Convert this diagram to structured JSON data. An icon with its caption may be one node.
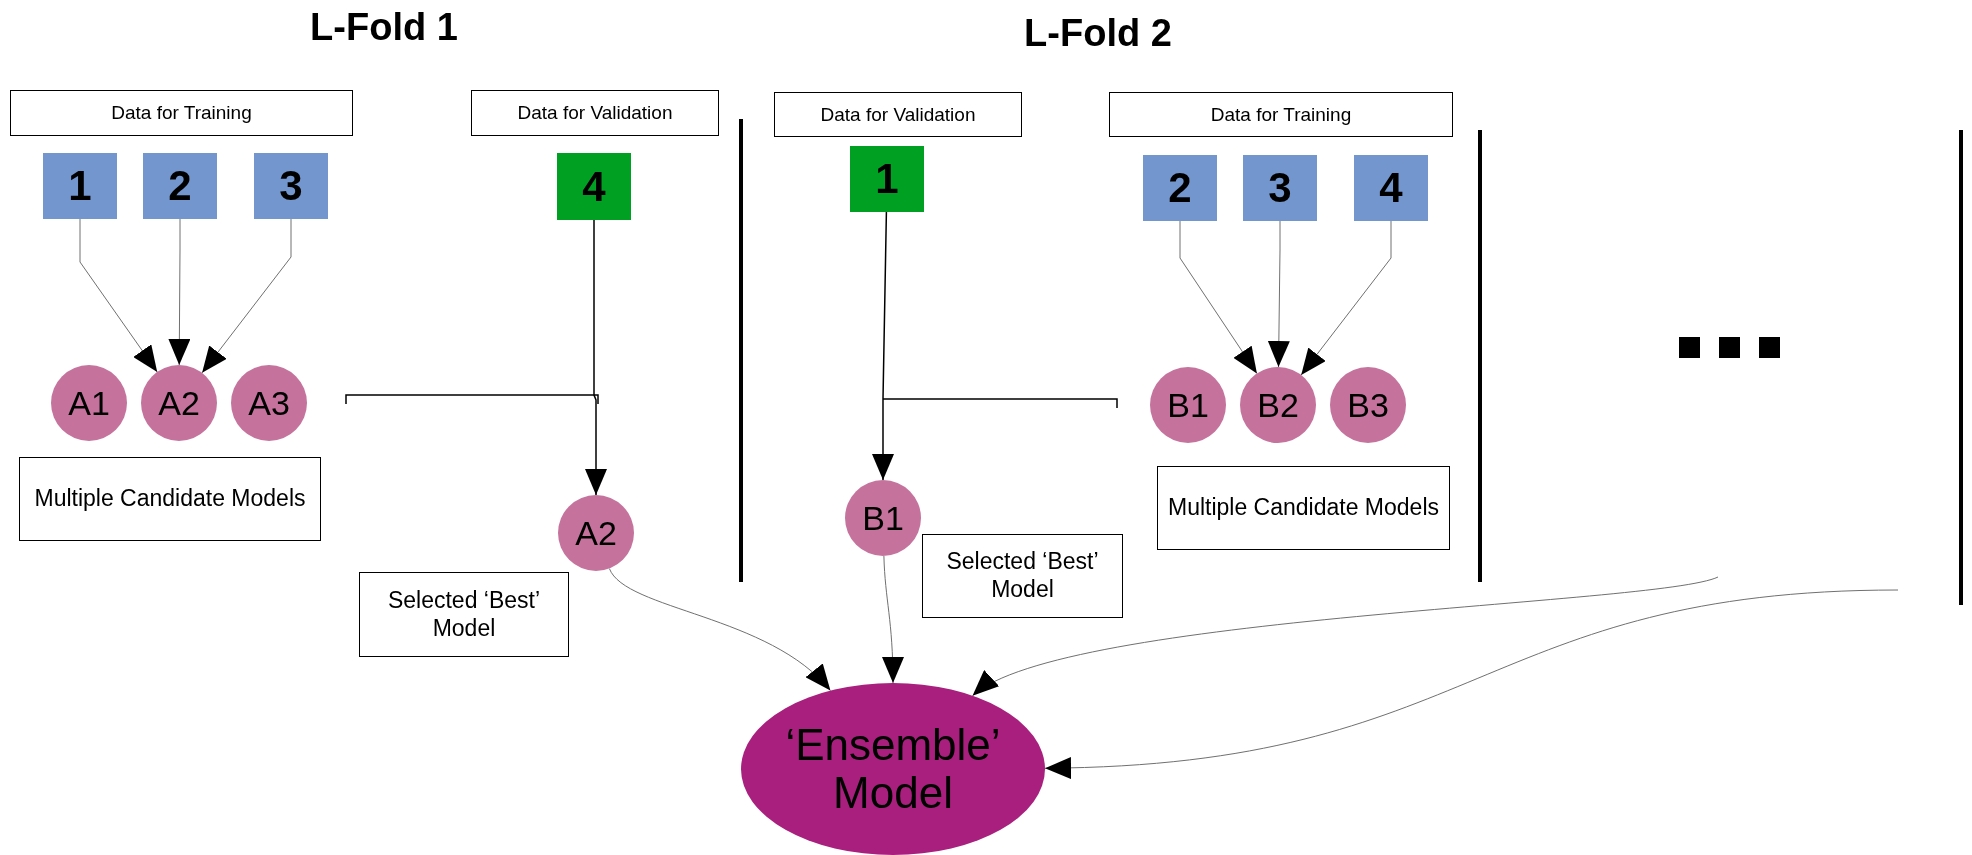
{
  "diagram": {
    "nodes": [
      {
        "text": [
          "Data for Training"
        ]
      },
      {
        "text": [
          "1"
        ]
      },
      {
        "text": [
          "2"
        ]
      },
      {
        "text": [
          "3"
        ]
      },
      {
        "text": [
          "Data for Validation"
        ]
      },
      {
        "text": [
          "4"
        ]
      },
      {
        "text": [
          "A1"
        ]
      },
      {
        "text": [
          "A2"
        ]
      },
      {
        "text": [
          "A3"
        ]
      },
      {
        "text": [
          "Multiple Candidate Models"
        ]
      },
      {
        "text": [
          "A2"
        ]
      },
      {
        "text": [
          "Selected ‘Best’ Model"
        ]
      },
      {
        "text": [
          "Data for Validation"
        ]
      },
      {
        "text": [
          "1"
        ]
      },
      {
        "text": [
          "Data for Training"
        ]
      },
      {
        "text": [
          "2"
        ]
      },
      {
        "text": [
          "3"
        ]
      },
      {
        "text": [
          "4"
        ]
      },
      {
        "text": [
          "B1"
        ]
      },
      {
        "text": [
          "B2"
        ]
      },
      {
        "text": [
          "B3"
        ]
      },
      {
        "text": [
          "Multiple Candidate Models"
        ]
      },
      {
        "text": [
          "B1"
        ]
      },
      {
        "text": [
          "Selected ‘Best’ Model"
        ]
      },
      {
        "text": [
          "‘Ensemble’ Model"
        ]
      }
    ],
    "edges": [
      {
        "from": 1,
        "to": 7,
        "arrow": "to"
      },
      {
        "from": 2,
        "to": 7,
        "arrow": "to"
      },
      {
        "from": 3,
        "to": 7,
        "arrow": "to"
      },
      {
        "from": 5,
        "to": 10,
        "arrow": "to",
        "color": "#000000"
      },
      {
        "from": 13,
        "to": 22,
        "arrow": "to",
        "color": "#000000"
      },
      {
        "from": 15,
        "to": 19,
        "arrow": "to"
      },
      {
        "from": 16,
        "to": 19,
        "arrow": "to"
      },
      {
        "from": 17,
        "to": 19,
        "arrow": "to"
      },
      {
        "from": 10,
        "to": 24,
        "arrow": "to"
      },
      {
        "from": 22,
        "to": 24,
        "arrow": "to"
      },
      {
        "from": null,
        "to": 24,
        "arrow": "to"
      },
      {
        "from": null,
        "to": 24,
        "arrow": "to"
      }
    ],
    "labels": [
      "L-Fold 1",
      "L-Fold 2"
    ]
  }
}
